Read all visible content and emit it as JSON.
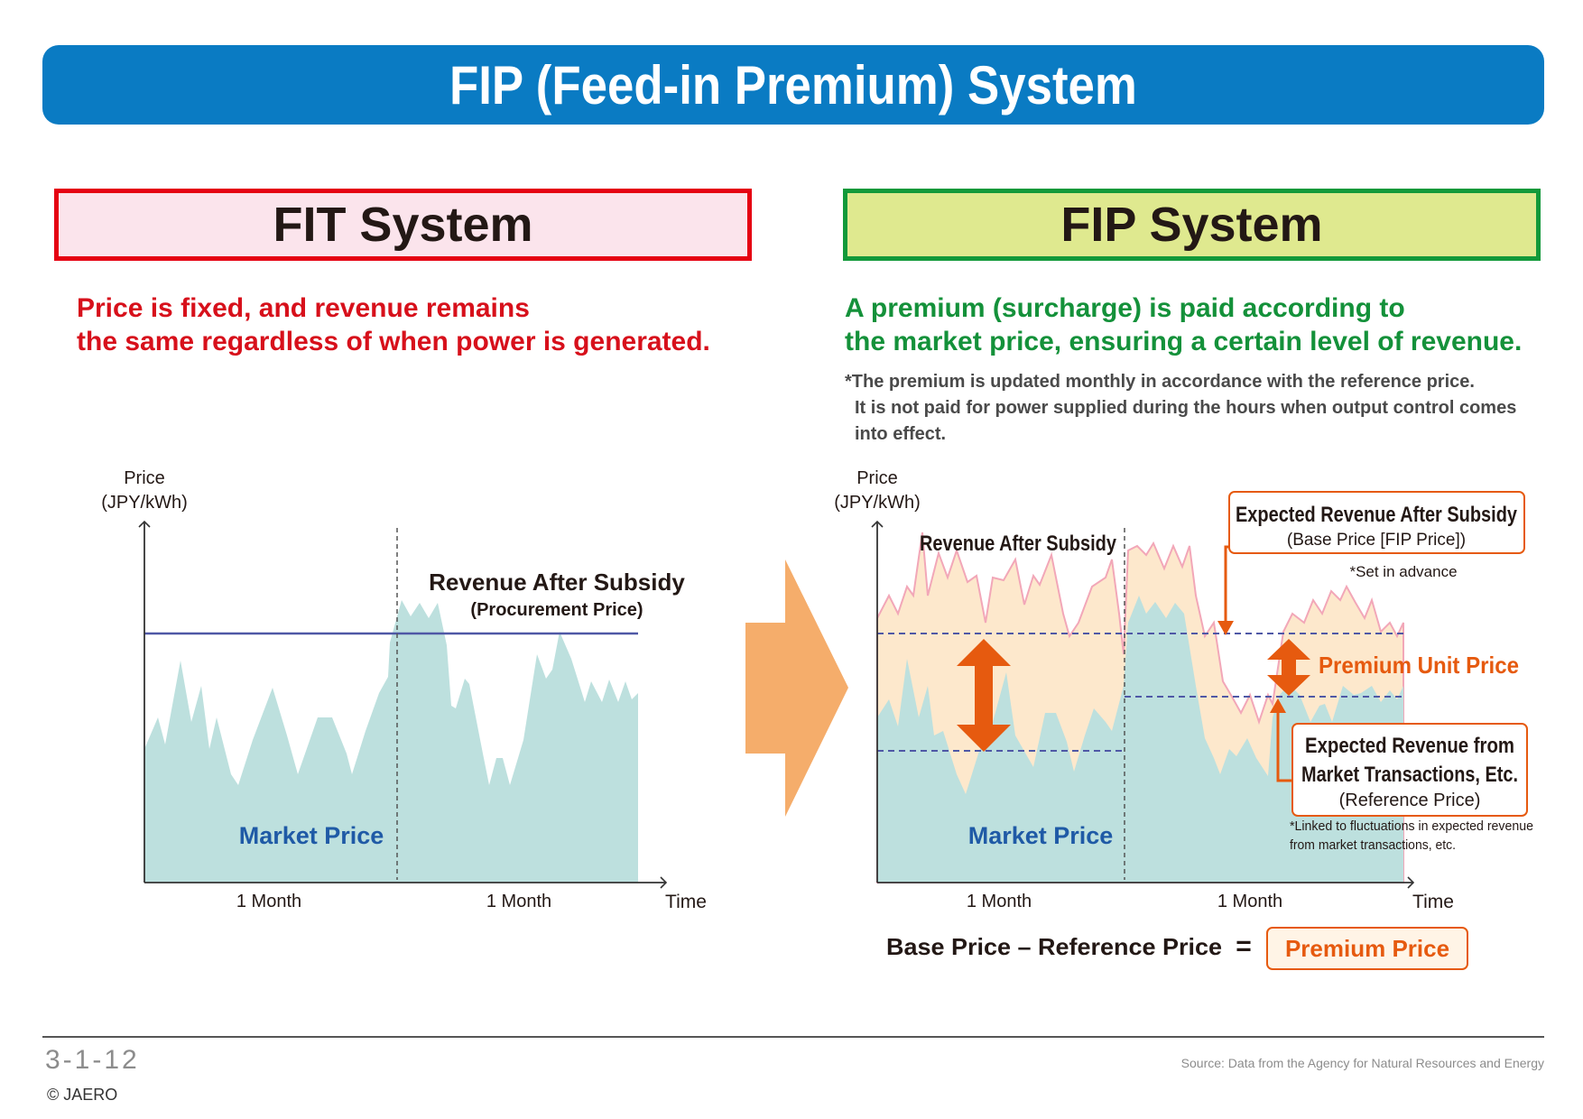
{
  "title": "FIP (Feed-in Premium) System",
  "fit": {
    "heading": "FIT System",
    "desc_line1": "Price is fixed, and revenue remains",
    "desc_line2": "the same regardless of when power is generated.",
    "axis_y_line1": "Price",
    "axis_y_line2": "(JPY/kWh)",
    "axis_x": "Time",
    "month1": "1 Month",
    "month2": "1 Month",
    "revenue_label": "Revenue After Subsidy",
    "revenue_sub": "(Procurement Price)",
    "market_label": "Market Price"
  },
  "fip": {
    "heading": "FIP System",
    "desc_line1": "A premium (surcharge) is paid according to",
    "desc_line2": "the market price, ensuring a certain level of revenue.",
    "note_line1": "*The premium is updated monthly in accordance with the reference price.",
    "note_line2": "It is not paid for power supplied during the hours when output control comes",
    "note_line3": "into effect.",
    "axis_y_line1": "Price",
    "axis_y_line2": "(JPY/kWh)",
    "axis_x": "Time",
    "month1": "1 Month",
    "month2": "1 Month",
    "revenue_label": "Revenue After Subsidy",
    "market_label": "Market Price",
    "expected_title": "Expected Revenue After Subsidy",
    "expected_sub": "(Base Price [FIP Price])",
    "set_advance": "*Set in advance",
    "premium_unit": "Premium Unit Price",
    "market_box_line1": "Expected Revenue from",
    "market_box_line2": "Market Transactions, Etc.",
    "market_box_line3": "(Reference Price)",
    "linked_line1": "*Linked to fluctuations in expected revenue",
    "linked_line2": "from market transactions, etc.",
    "formula_left": "Base Price – Reference Price",
    "formula_eq": "=",
    "formula_result": "Premium Price"
  },
  "colors": {
    "banner": "#0a7bc3",
    "fit_red": "#e50012",
    "fip_green": "#12993a",
    "market_fill": "#bde0de",
    "revenue_fill": "#fde8cc",
    "orange": "#e65a0f",
    "arrow_fill": "#f5ad6b"
  },
  "footer": {
    "figure_no": "3-1-12",
    "copyright": "© JAERO",
    "source": "Source: Data from the Agency for Natural Resources and Energy"
  }
}
